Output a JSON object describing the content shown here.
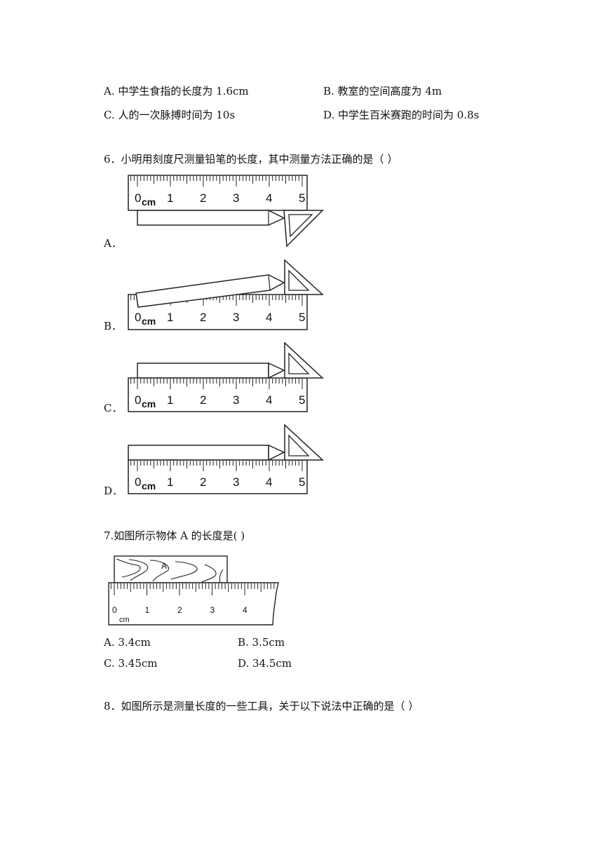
{
  "q5": {
    "options": [
      "A.  中学生食指的长度为 1.6cm",
      "B.  教室的空间高度为 4m",
      "C.  人的一次脉搏时间为 10s",
      "D.  中学生百米赛跑的时间为 0.8s"
    ]
  },
  "q6": {
    "stem": "6．小明用刻度尺测量铅笔的长度，其中测量方法正确的是（        ）",
    "option_labels": [
      "A．",
      "B．",
      "C．",
      "D．"
    ],
    "ruler_numbers": [
      "1",
      "2",
      "3",
      "4",
      "5"
    ],
    "ruler_zero": "0",
    "ruler_unit": "cm"
  },
  "q7": {
    "stem": "7.如图所示物体 A 的长度是(    )",
    "object_label": "A",
    "ruler_numbers": [
      "0",
      "1",
      "2",
      "3",
      "4"
    ],
    "ruler_unit": "cm",
    "options": [
      "A. 3.4cm",
      "B. 3.5cm",
      "C. 3.45cm",
      "D. 34.5cm"
    ]
  },
  "q8": {
    "stem": "8．如图所示是测量长度的一些工具，关于以下说法中正确的是（        ）"
  }
}
